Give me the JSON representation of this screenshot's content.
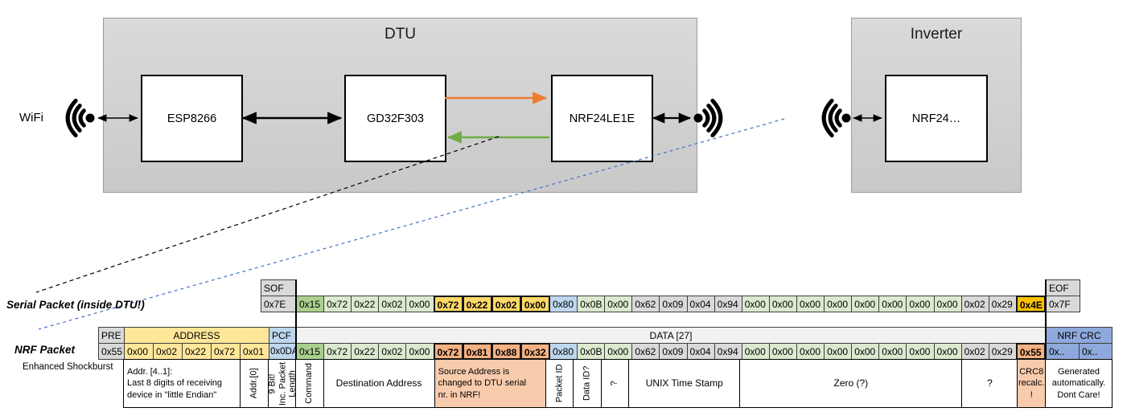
{
  "diagram": {
    "wifi_label": "WiFi",
    "dtu": {
      "title": "DTU",
      "components": [
        "ESP8266",
        "GD32F303",
        "NRF24LE1E"
      ]
    },
    "inverter": {
      "title": "Inverter",
      "components": [
        "NRF24…"
      ]
    },
    "colors": {
      "orange_arrow": "#ED7D31",
      "green_arrow": "#70AD47",
      "blue_dashed_line": "#4472C4",
      "black_dashed_line": "#000000"
    }
  },
  "serial_packet": {
    "label": "Serial Packet (inside DTU!)",
    "sof": {
      "header": "SOF",
      "value": "0x7E"
    },
    "eof": {
      "header": "EOF",
      "value": "0x7F"
    },
    "bytes": [
      {
        "v": "0x15",
        "c": "g0"
      },
      {
        "v": "0x72",
        "c": "g1"
      },
      {
        "v": "0x22",
        "c": "g1"
      },
      {
        "v": "0x02",
        "c": "g1"
      },
      {
        "v": "0x00",
        "c": "g1"
      },
      {
        "v": "0x72",
        "c": "yhl"
      },
      {
        "v": "0x22",
        "c": "yhl"
      },
      {
        "v": "0x02",
        "c": "yhl"
      },
      {
        "v": "0x00",
        "c": "yhl"
      },
      {
        "v": "0x80",
        "c": "blue"
      },
      {
        "v": "0x0B",
        "c": "g1"
      },
      {
        "v": "0x00",
        "c": "g1"
      },
      {
        "v": "0x62",
        "c": "gray"
      },
      {
        "v": "0x09",
        "c": "gray"
      },
      {
        "v": "0x04",
        "c": "gray"
      },
      {
        "v": "0x94",
        "c": "gray"
      },
      {
        "v": "0x00",
        "c": "g1"
      },
      {
        "v": "0x00",
        "c": "g1"
      },
      {
        "v": "0x00",
        "c": "g1"
      },
      {
        "v": "0x00",
        "c": "g1"
      },
      {
        "v": "0x00",
        "c": "g1"
      },
      {
        "v": "0x00",
        "c": "g1"
      },
      {
        "v": "0x00",
        "c": "g1"
      },
      {
        "v": "0x00",
        "c": "g1"
      },
      {
        "v": "0x02",
        "c": "gray"
      },
      {
        "v": "0x29",
        "c": "gray"
      },
      {
        "v": "0x4E",
        "c": "ohl"
      }
    ]
  },
  "nrf_packet": {
    "label": "NRF Packet",
    "sublabel": "Enhanced Shockburst",
    "pre": {
      "header": "PRE",
      "value": "0x55"
    },
    "address": {
      "header": "ADDRESS",
      "values": [
        "0x00",
        "0x02",
        "0x22",
        "0x72",
        "0x01"
      ]
    },
    "pcf": {
      "header": "PCF",
      "value": "0x0DA"
    },
    "data_header": "DATA [27]",
    "crc": {
      "header": "NRF CRC",
      "values": [
        "0x..",
        "0x.."
      ]
    },
    "bytes": [
      {
        "v": "0x15",
        "c": "g0"
      },
      {
        "v": "0x72",
        "c": "g1"
      },
      {
        "v": "0x22",
        "c": "g1"
      },
      {
        "v": "0x02",
        "c": "g1"
      },
      {
        "v": "0x00",
        "c": "g1"
      },
      {
        "v": "0x72",
        "c": "shl"
      },
      {
        "v": "0x81",
        "c": "shl"
      },
      {
        "v": "0x88",
        "c": "shl"
      },
      {
        "v": "0x32",
        "c": "shl"
      },
      {
        "v": "0x80",
        "c": "blue"
      },
      {
        "v": "0x0B",
        "c": "g1"
      },
      {
        "v": "0x00",
        "c": "g1"
      },
      {
        "v": "0x62",
        "c": "gray"
      },
      {
        "v": "0x09",
        "c": "gray"
      },
      {
        "v": "0x04",
        "c": "gray"
      },
      {
        "v": "0x94",
        "c": "gray"
      },
      {
        "v": "0x00",
        "c": "g1"
      },
      {
        "v": "0x00",
        "c": "g1"
      },
      {
        "v": "0x00",
        "c": "g1"
      },
      {
        "v": "0x00",
        "c": "g1"
      },
      {
        "v": "0x00",
        "c": "g1"
      },
      {
        "v": "0x00",
        "c": "g1"
      },
      {
        "v": "0x00",
        "c": "g1"
      },
      {
        "v": "0x00",
        "c": "g1"
      },
      {
        "v": "0x02",
        "c": "gray"
      },
      {
        "v": "0x29",
        "c": "gray"
      },
      {
        "v": "0x55",
        "c": "shl"
      }
    ],
    "annotations": [
      {
        "text": "Addr. [4..1]:\nLast 8 digits of receiving\ndevice in \"little Endian\"",
        "region": "addr",
        "col": 0,
        "span": 4,
        "align": "left"
      },
      {
        "text": "Addr.[0]",
        "region": "addr",
        "col": 4,
        "span": 1,
        "vertical": true
      },
      {
        "text": "9 Bit!\nInc. Packet\nLength",
        "region": "pcf",
        "col": 0,
        "span": 1,
        "vertical": true
      },
      {
        "text": "Command",
        "region": "data",
        "col": 0,
        "span": 1,
        "vertical": true
      },
      {
        "text": "Destination Address",
        "region": "data",
        "col": 1,
        "span": 4
      },
      {
        "text": "Source Address is\nchanged to DTU serial\nnr. in NRF!",
        "region": "data",
        "col": 5,
        "span": 4,
        "bg": "salmon",
        "align": "left"
      },
      {
        "text": "Packet ID",
        "region": "data",
        "col": 9,
        "span": 1,
        "vertical": true
      },
      {
        "text": "Data ID?",
        "region": "data",
        "col": 10,
        "span": 1,
        "vertical": true
      },
      {
        "text": "?",
        "region": "data",
        "col": 11,
        "span": 1,
        "vertical": true
      },
      {
        "text": "UNIX Time Stamp",
        "region": "data",
        "col": 12,
        "span": 4
      },
      {
        "text": "Zero (?)",
        "region": "data",
        "col": 16,
        "span": 8
      },
      {
        "text": "?",
        "region": "data",
        "col": 24,
        "span": 2
      },
      {
        "text": "CRC8\nrecalc.\n!",
        "region": "data",
        "col": 26,
        "span": 1,
        "bg": "salmon",
        "small": true
      },
      {
        "text": "Generated\nautomatically.\nDont Care!",
        "region": "crc",
        "col": 0,
        "span": 2,
        "small": true
      }
    ]
  }
}
